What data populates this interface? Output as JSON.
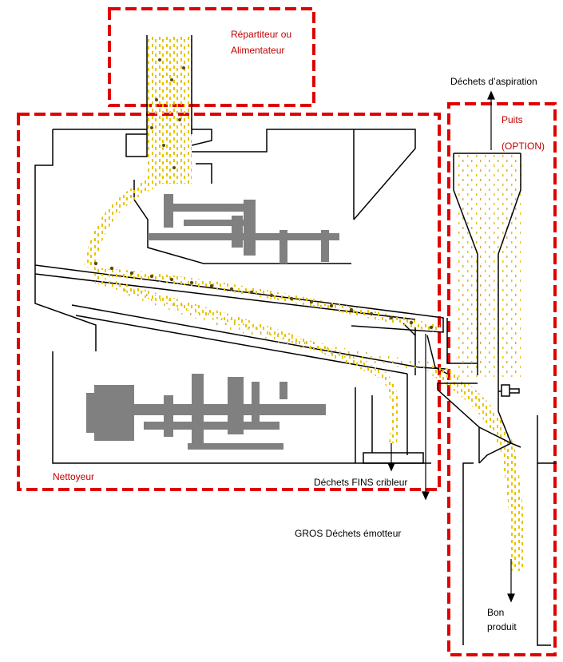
{
  "labels": {
    "repartiteur": "Répartiteur ou",
    "alimentateur": "Alimentateur",
    "nettoyeur": "Nettoyeur",
    "puits": "Puits",
    "option": "(OPTION)",
    "dechets_aspiration": "Déchets d’aspiration",
    "dechets_fins": "Déchets FINS cribleur",
    "gros_dechets": "GROS Déchets émotteur",
    "bon": "Bon",
    "produit": "produit"
  },
  "colors": {
    "zone_border": "#e00000",
    "machine_gray": "#808080",
    "grain": "#e8c400",
    "grain_dark": "#5a4a10",
    "outline": "#000000"
  }
}
